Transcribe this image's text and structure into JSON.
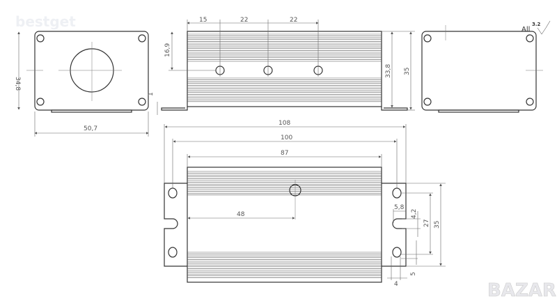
{
  "watermarks": {
    "top_left": "bestget",
    "bottom_right": "BAZAR"
  },
  "surface_finish": {
    "label": "All",
    "value": "3.2"
  },
  "end_view": {
    "height": "34,8",
    "width": "50,7",
    "plate_thickness": "1"
  },
  "side_view": {
    "hole_offset_1": "15",
    "hole_pitch_1": "22",
    "hole_pitch_2": "22",
    "hole_height": "16,9",
    "body_height": "33,8",
    "total_height": "35"
  },
  "right_view": {
    "height": "35"
  },
  "top_view": {
    "overall_length": "108",
    "mount_pitch": "100",
    "body_length": "87",
    "center_hole_offset": "48",
    "slot_depth": "5,8",
    "slot_width": "4,2",
    "hole_spacing": "27",
    "flange_width": "35",
    "hole_edge_x": "4",
    "hole_edge_y": "5"
  }
}
